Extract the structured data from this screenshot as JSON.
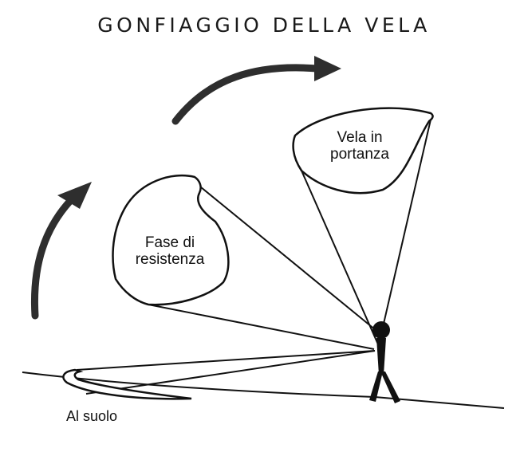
{
  "title": "GONFIAGGIO DELLA VELA",
  "stages": {
    "lift": [
      "Vela in",
      "portanza"
    ],
    "drag": [
      "Fase di",
      "resistenza"
    ],
    "ground": "Al suolo"
  },
  "icons": [
    "curved-arrow-icon",
    "curved-arrow-icon",
    "pilot-figure-icon"
  ],
  "colors": {
    "stroke": "#111111",
    "arrow": "#2e2e2e",
    "background": "#ffffff"
  }
}
